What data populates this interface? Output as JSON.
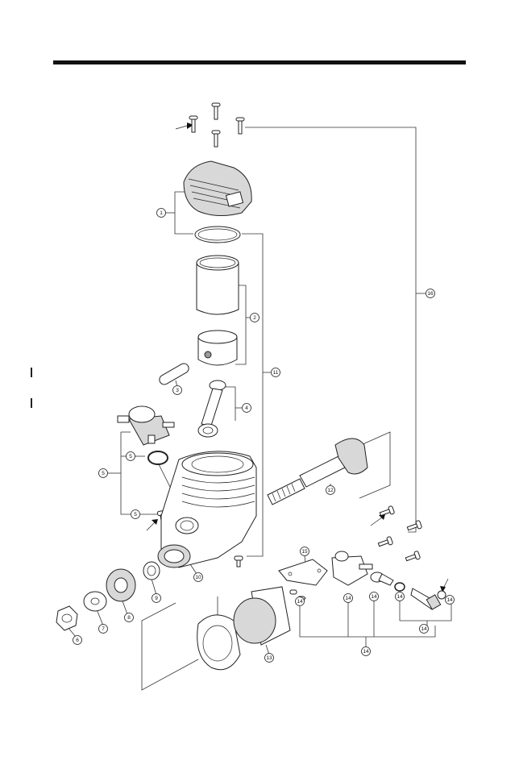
{
  "callouts": [
    {
      "id": "c1",
      "label": "1"
    },
    {
      "id": "c2",
      "label": "2"
    },
    {
      "id": "c3",
      "label": "3"
    },
    {
      "id": "c4",
      "label": "4"
    },
    {
      "id": "c5a",
      "label": "5"
    },
    {
      "id": "c5b",
      "label": "5"
    },
    {
      "id": "c5c",
      "label": "5"
    },
    {
      "id": "c6",
      "label": "6"
    },
    {
      "id": "c7",
      "label": "7"
    },
    {
      "id": "c8",
      "label": "8"
    },
    {
      "id": "c9",
      "label": "9"
    },
    {
      "id": "c10",
      "label": "10"
    },
    {
      "id": "c11",
      "label": "11"
    },
    {
      "id": "c12",
      "label": "12"
    },
    {
      "id": "c13",
      "label": "13"
    },
    {
      "id": "c14a",
      "label": "14"
    },
    {
      "id": "c14b",
      "label": "14"
    },
    {
      "id": "c14c",
      "label": "14"
    },
    {
      "id": "c14d",
      "label": "14"
    },
    {
      "id": "c14e",
      "label": "14"
    },
    {
      "id": "c14f",
      "label": "14"
    },
    {
      "id": "c14g",
      "label": "14"
    },
    {
      "id": "c15",
      "label": "15"
    },
    {
      "id": "c16",
      "label": "16"
    }
  ]
}
